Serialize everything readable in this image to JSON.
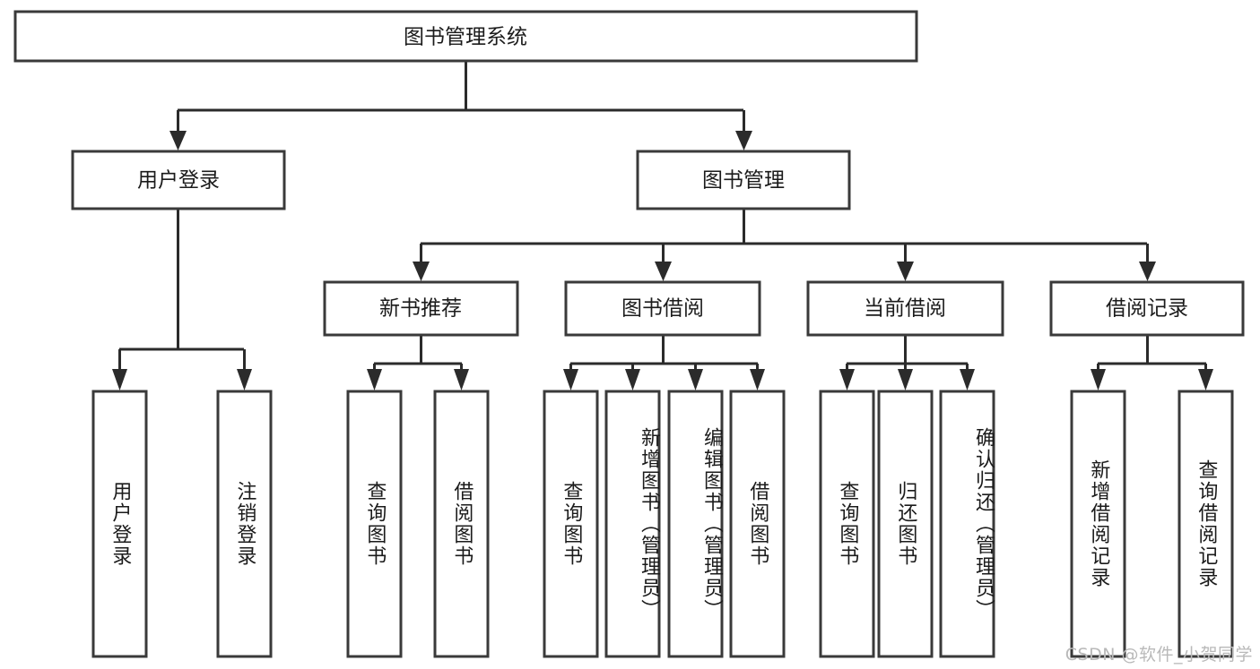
{
  "diagram": {
    "type": "tree",
    "title": "图书管理系统",
    "orientation": "top-down",
    "leaf_text_orientation": "vertical",
    "colors": {
      "box_stroke": "#3a3a3a",
      "box_fill": "#ffffff",
      "connector": "#2b2b2b",
      "text": "#1b1b1b",
      "watermark": "#b9b9b9",
      "background": "#ffffff"
    },
    "root": {
      "label": "图书管理系统"
    },
    "level2": [
      {
        "label": "用户登录"
      },
      {
        "label": "图书管理"
      }
    ],
    "level3": [
      {
        "label": "新书推荐"
      },
      {
        "label": "图书借阅"
      },
      {
        "label": "当前借阅"
      },
      {
        "label": "借阅记录"
      }
    ],
    "leaves": {
      "user_login": [
        {
          "label": "用户登录"
        },
        {
          "label": "注销登录"
        }
      ],
      "new_book_recommend": [
        {
          "label": "查询图书"
        },
        {
          "label": "借阅图书"
        }
      ],
      "book_borrow": [
        {
          "label": "查询图书"
        },
        {
          "label": "新增图书（管理员）"
        },
        {
          "label": "编辑图书（管理员）"
        },
        {
          "label": "借阅图书"
        }
      ],
      "current_borrow": [
        {
          "label": "查询图书"
        },
        {
          "label": "归还图书"
        },
        {
          "label": "确认归还（管理员）"
        }
      ],
      "borrow_record": [
        {
          "label": "新增借阅记录"
        },
        {
          "label": "查询借阅记录"
        }
      ]
    },
    "watermark": "CSDN @软件_小贺同学"
  }
}
